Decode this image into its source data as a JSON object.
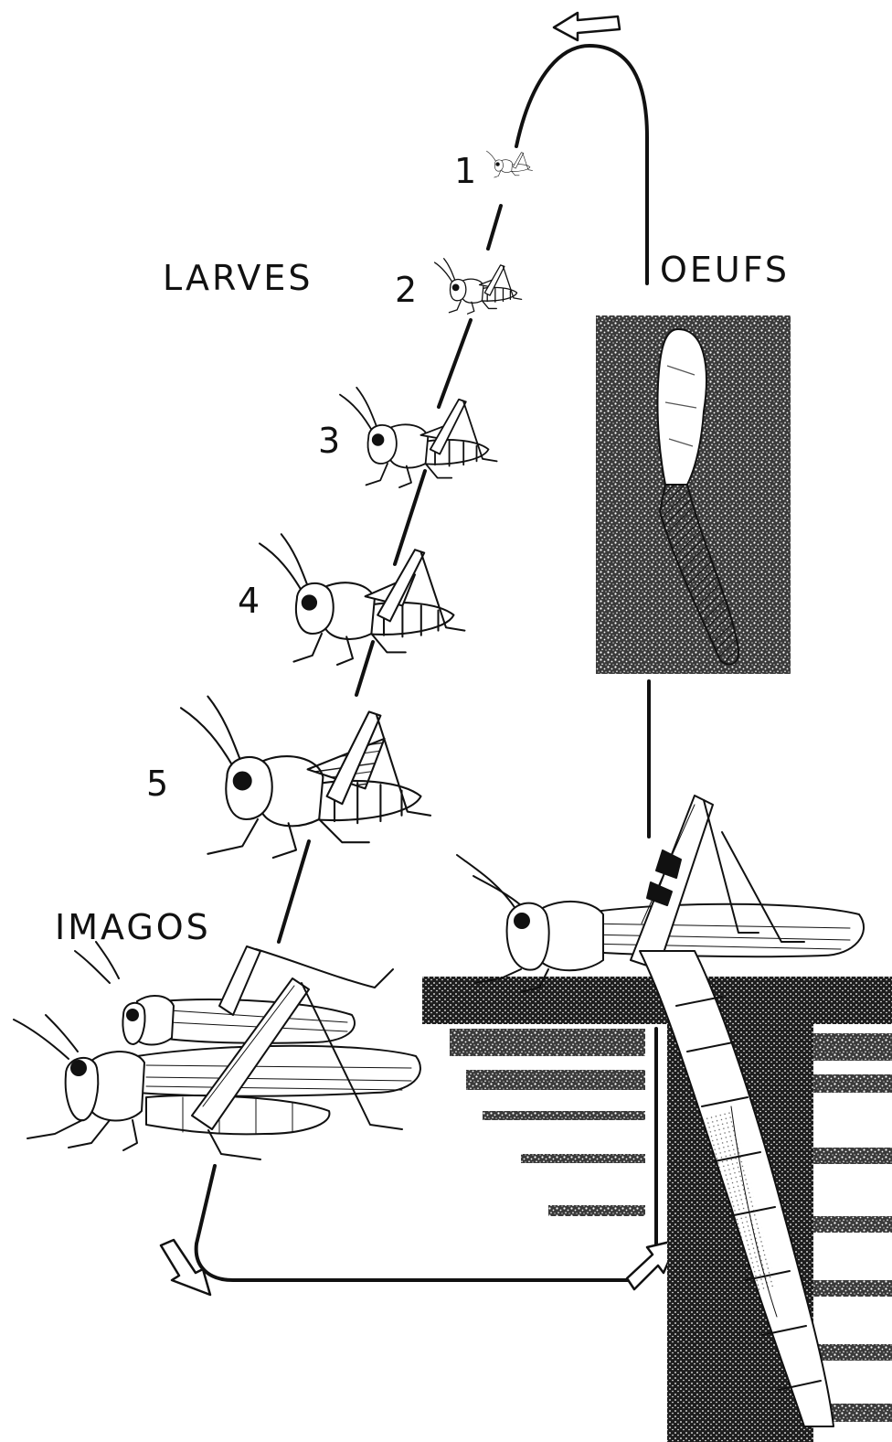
{
  "labels": {
    "larvae": "LARVES",
    "eggs": "OEUFS",
    "adults": "IMAGOS"
  },
  "stages": [
    {
      "number": "1"
    },
    {
      "number": "2"
    },
    {
      "number": "3"
    },
    {
      "number": "4"
    },
    {
      "number": "5"
    }
  ],
  "colors": {
    "ink": "#111111",
    "paper": "#ffffff",
    "soil": "#2b2b2b"
  },
  "icons": [
    "cycle-arrow-icon",
    "grasshopper-nymph-icon",
    "locust-adult-icon",
    "egg-pod-icon",
    "ovipositing-female-icon"
  ]
}
